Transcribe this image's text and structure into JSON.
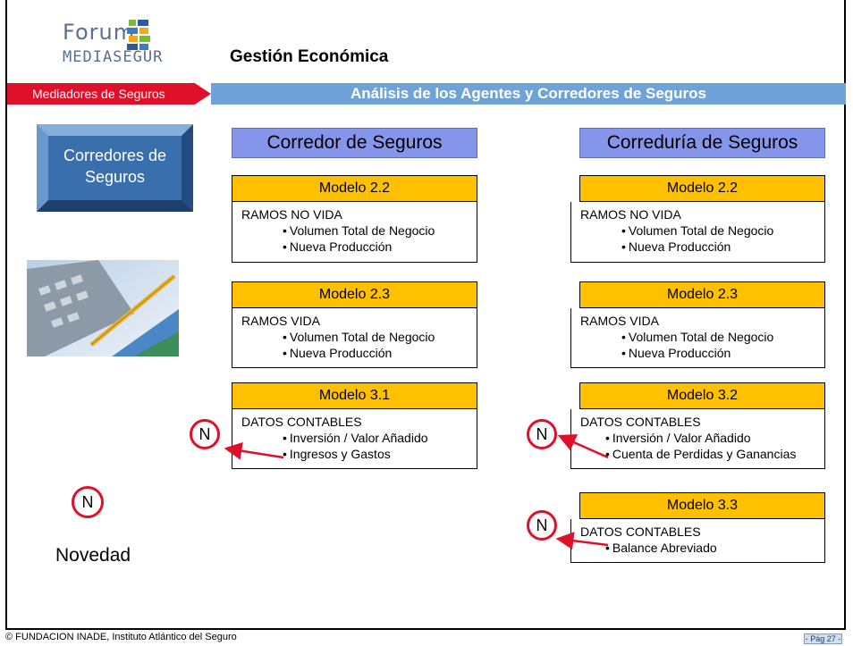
{
  "logo": {
    "forum": "Forum",
    "mediasegur": "MEDIASEGUR"
  },
  "header": {
    "title": "Gestión Económica"
  },
  "ribbon": {
    "left": "Mediadores de Seguros",
    "right": "Análisis de los Agentes y Corredores de Seguros"
  },
  "sidebar": {
    "box": "Corredores de Seguros",
    "legend_mark": "N",
    "legend_label": "Novedad"
  },
  "columns": [
    {
      "header": "Corredor de Seguros",
      "models": [
        {
          "title": "Modelo 2.2",
          "section": "RAMOS NO VIDA",
          "items": [
            "Volumen Total de Negocio",
            "Nueva Producción"
          ]
        },
        {
          "title": "Modelo 2.3",
          "section": "RAMOS VIDA",
          "items": [
            "Volumen Total de Negocio",
            "Nueva Producción"
          ]
        },
        {
          "title": "Modelo 3.1",
          "section": "DATOS CONTABLES",
          "items": [
            "Inversión / Valor Añadido",
            "Ingresos y Gastos"
          ],
          "mark": "N"
        }
      ]
    },
    {
      "header": "Correduría de Seguros",
      "models": [
        {
          "title": "Modelo 2.2",
          "section": "RAMOS NO VIDA",
          "items": [
            "Volumen Total de Negocio",
            "Nueva Producción"
          ]
        },
        {
          "title": "Modelo 2.3",
          "section": "RAMOS VIDA",
          "items": [
            "Volumen Total de Negocio",
            "Nueva Producción"
          ]
        },
        {
          "title": "Modelo 3.2",
          "section": "DATOS CONTABLES",
          "items": [
            "Inversión / Valor Añadido",
            "Cuenta de Perdidas y Ganancias"
          ],
          "mark": "N"
        },
        {
          "title": "Modelo 3.3",
          "section": "DATOS CONTABLES",
          "items": [
            "Balance Abreviado"
          ],
          "mark": "N"
        }
      ]
    }
  ],
  "footer": {
    "copyright": "© FUNDACION INADE, Instituto Atlántico del Seguro",
    "page": "- Pág 27 -"
  },
  "colors": {
    "accent_red": "#e0102a",
    "ribbon_blue": "#6fa3d7",
    "header_blue": "#8596ea",
    "model_gold": "#ffc000"
  }
}
